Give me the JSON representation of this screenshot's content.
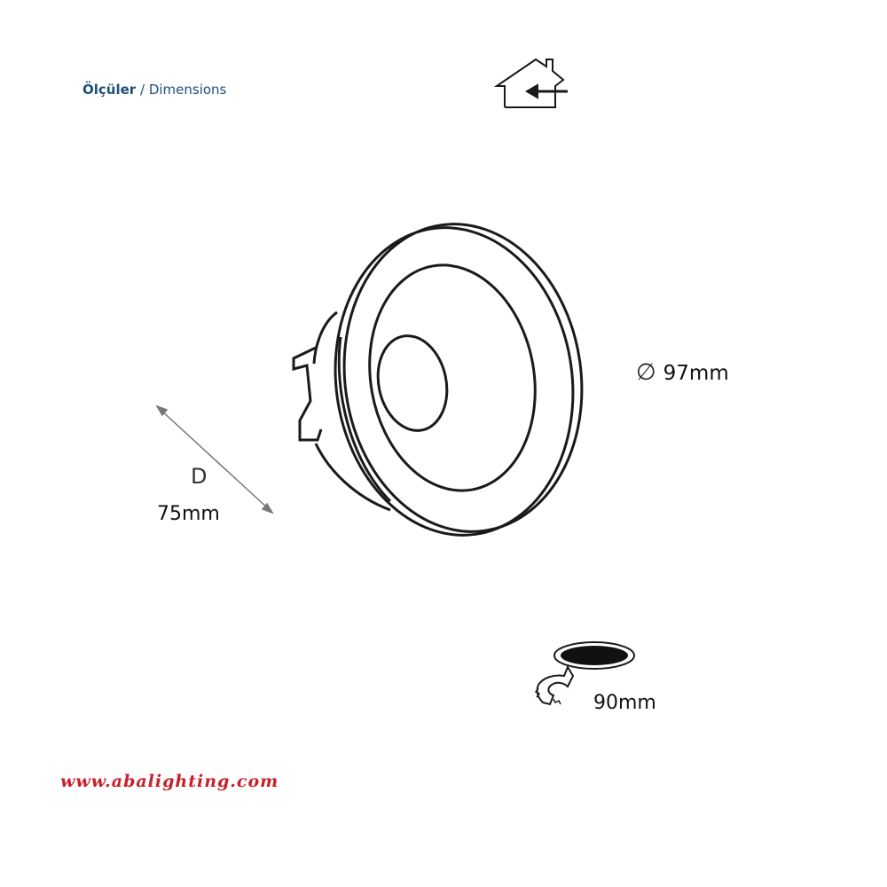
{
  "header": {
    "title_tr": "Ölçüler",
    "separator": "/",
    "title_en": "Dimensions"
  },
  "icons": {
    "indoor": "house-indoor-icon",
    "cutout": "ceiling-cutout-saw-icon"
  },
  "dimensions": {
    "diameter_symbol": "∅",
    "diameter_value": "97mm",
    "depth_letter": "D",
    "depth_value": "75mm",
    "cutout_value": "90mm"
  },
  "footer": {
    "website": "www.abalighting.com"
  },
  "colors": {
    "header_text": "#1f4e79",
    "website_text": "#c8202a",
    "line": "#1a1a1a"
  }
}
